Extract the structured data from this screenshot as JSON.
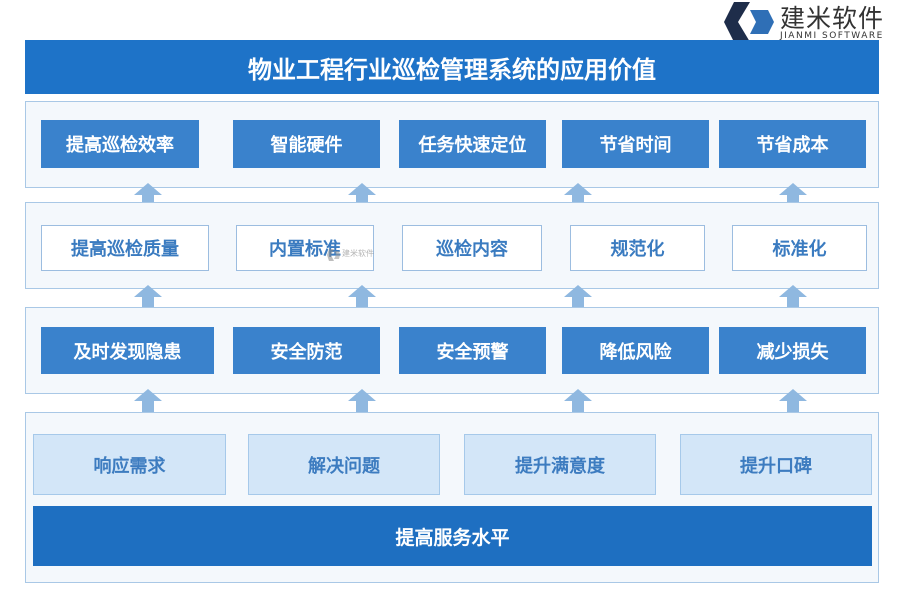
{
  "logo": {
    "name_cn": "建米软件",
    "name_en": "JIANMI SOFTWARE",
    "icon": "jianmi-logo-icon",
    "colors": [
      "#1e2d4a",
      "#2f6fb6"
    ]
  },
  "title": "物业工程行业巡检管理系统的应用价值",
  "rows": [
    {
      "items": [
        "提高巡检效率",
        "智能硬件",
        "任务快速定位",
        "节省时间",
        "节省成本"
      ]
    },
    {
      "items": [
        "提高巡检质量",
        "内置标准",
        "巡检内容",
        "规范化",
        "标准化"
      ]
    },
    {
      "items": [
        "及时发现隐患",
        "安全防范",
        "安全预警",
        "降低风险",
        "减少损失"
      ]
    },
    {
      "items": [
        "响应需求",
        "解决问题",
        "提升满意度",
        "提升口碑"
      ]
    }
  ],
  "base": "提高服务水平",
  "watermark": "建米软件",
  "colors": {
    "title_bg": "#1e73c8",
    "box_solid": "#3a82cc",
    "box_light": "#d3e6f8",
    "arrow": "#8fb8e0",
    "border": "#a9c8e6"
  }
}
